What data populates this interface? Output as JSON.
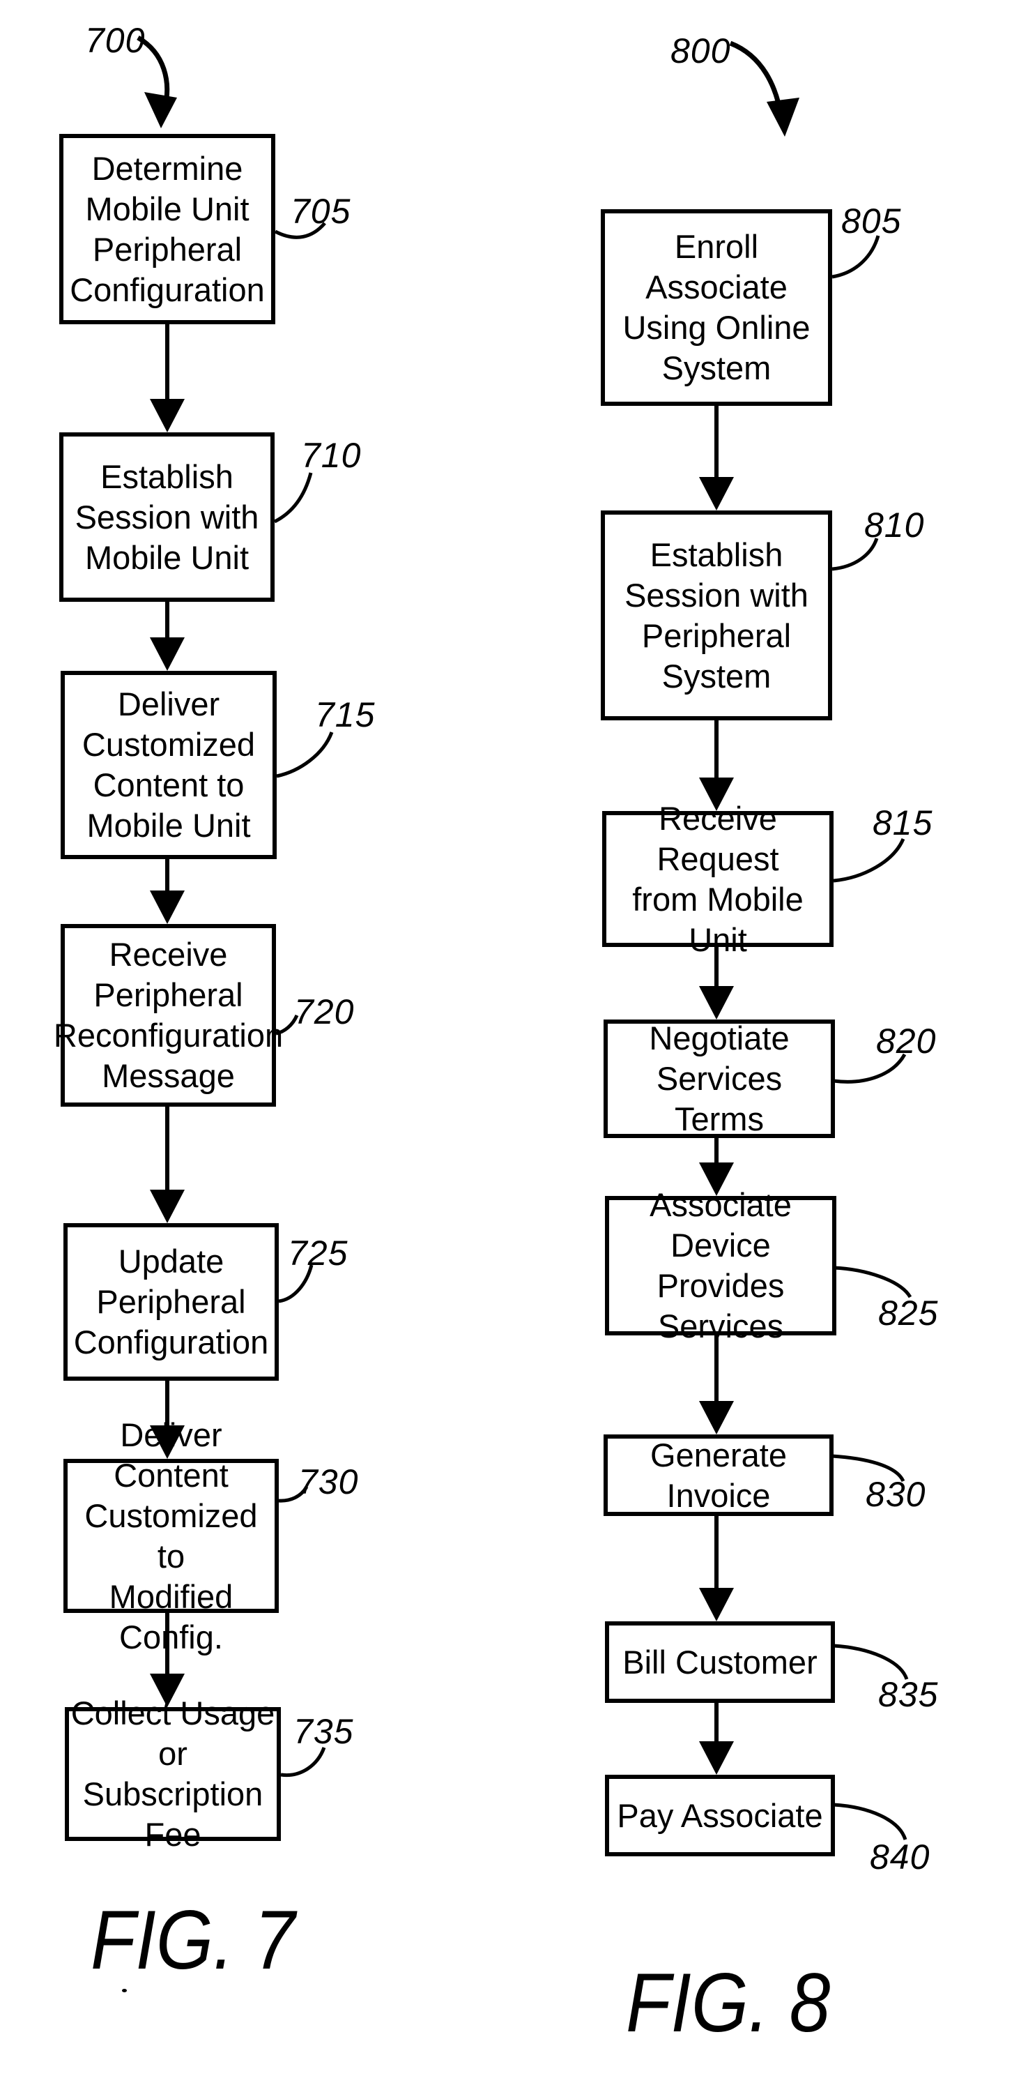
{
  "palette": {
    "ink": "#000000",
    "background": "#ffffff"
  },
  "figures": [
    {
      "id": "fig7",
      "ref": "700",
      "caption": "FIG. 7",
      "steps": [
        {
          "ref": "705",
          "text": "Determine\nMobile Unit\nPeripheral\nConfiguration"
        },
        {
          "ref": "710",
          "text": "Establish\nSession with\nMobile Unit"
        },
        {
          "ref": "715",
          "text": "Deliver\nCustomized\nContent to\nMobile Unit"
        },
        {
          "ref": "720",
          "text": "Receive\nPeripheral\nReconfiguration\nMessage"
        },
        {
          "ref": "725",
          "text": "Update\nPeripheral\nConfiguration"
        },
        {
          "ref": "730",
          "text": "Deliver Content\nCustomized to\nModified Config."
        },
        {
          "ref": "735",
          "text": "Collect Usage or\nSubscription Fee"
        }
      ]
    },
    {
      "id": "fig8",
      "ref": "800",
      "caption": "FIG. 8",
      "steps": [
        {
          "ref": "805",
          "text": "Enroll Associate\nUsing Online\nSystem"
        },
        {
          "ref": "810",
          "text": "Establish\nSession with\nPeripheral\nSystem"
        },
        {
          "ref": "815",
          "text": "Receive Request\nfrom Mobile Unit"
        },
        {
          "ref": "820",
          "text": "Negotiate\nServices Terms"
        },
        {
          "ref": "825",
          "text": "Associate\nDevice Provides\nServices"
        },
        {
          "ref": "830",
          "text": "Generate Invoice"
        },
        {
          "ref": "835",
          "text": "Bill Customer"
        },
        {
          "ref": "840",
          "text": "Pay Associate"
        }
      ]
    }
  ]
}
